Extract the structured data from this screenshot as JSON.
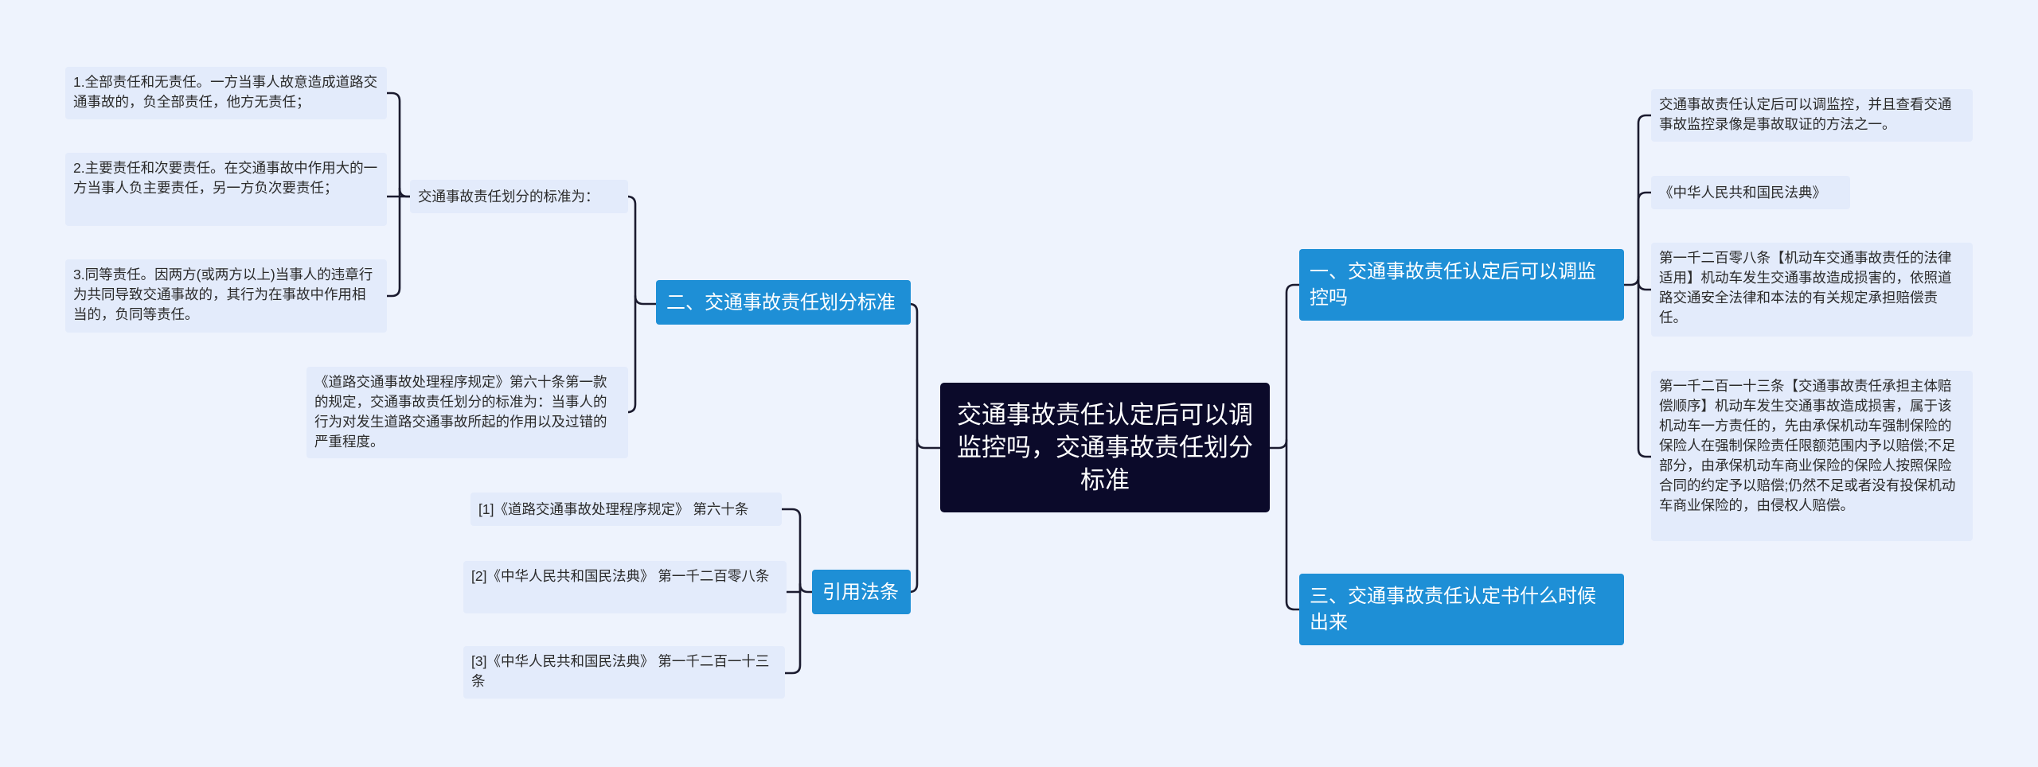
{
  "root": {
    "title": "交通事故责任认定后可以调监控吗，交通事故责任划分标准"
  },
  "left": {
    "branch_standard": {
      "label": "二、交通事故责任划分标准",
      "sub_label": "交通事故责任划分的标准为：",
      "items": [
        "1.全部责任和无责任。一方当事人故意造成道路交通事故的，负全部责任，他方无责任；",
        "2.主要责任和次要责任。在交通事故中作用大的一方当事人负主要责任，另一方负次要责任；",
        "3.同等责任。因两方(或两方以上)当事人的违章行为共同导致交通事故的，其行为在事故中作用相当的，负同等责任。"
      ],
      "regulation_note": "《道路交通事故处理程序规定》第六十条第一款的规定，交通事故责任划分的标准为：当事人的行为对发生道路交通事故所起的作用以及过错的严重程度。"
    },
    "branch_citations": {
      "label": "引用法条",
      "items": [
        "[1]《道路交通事故处理程序规定》 第六十条",
        "[2]《中华人民共和国民法典》 第一千二百零八条",
        "[3]《中华人民共和国民法典》 第一千二百一十三条"
      ]
    }
  },
  "right": {
    "branch_monitoring": {
      "label": "一、交通事故责任认定后可以调监控吗",
      "items": [
        "交通事故责任认定后可以调监控，并且查看交通事故监控录像是事故取证的方法之一。",
        "《中华人民共和国民法典》",
        "第一千二百零八条【机动车交通事故责任的法律适用】机动车发生交通事故造成损害的，依照道路交通安全法律和本法的有关规定承担赔偿责任。",
        "第一千二百一十三条【交通事故责任承担主体赔偿顺序】机动车发生交通事故造成损害，属于该机动车一方责任的，先由承保机动车强制保险的保险人在强制保险责任限额范围内予以赔偿;不足部分，由承保机动车商业保险的保险人按照保险合同的约定予以赔偿;仍然不足或者没有投保机动车商业保险的，由侵权人赔偿。"
      ]
    },
    "branch_timing": {
      "label": "三、交通事故责任认定书什么时候出来"
    }
  },
  "colors": {
    "background": "#eef3fd",
    "root_fill": "#0b0a2a",
    "main_fill": "#1e8fd6",
    "leaf_fill": "#e3ebfb",
    "connector": "#1b1b2f"
  }
}
